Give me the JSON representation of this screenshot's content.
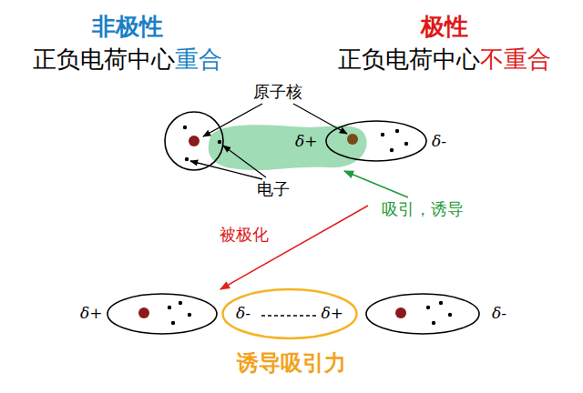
{
  "diagram": {
    "nodes": [
      {
        "text": [
          "δ-",
          "δ+"
        ]
      }
    ],
    "labels": [
      "非极性",
      "正负电荷中心",
      "重合",
      "极性",
      "正负电荷中心",
      "不重合",
      "原子核",
      "电子",
      "δ+",
      "δ-",
      "吸引，诱导",
      "被极化",
      "δ+",
      "δ-",
      "诱导吸引力"
    ]
  }
}
